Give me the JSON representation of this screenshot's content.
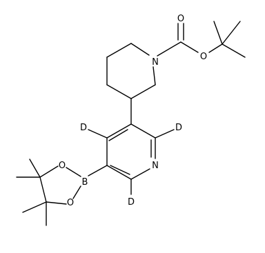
{
  "molecule": {
    "atom_labels": {
      "carbonyl_oxygen": "O",
      "ester_oxygen": "O",
      "piperidine_nitrogen": "N",
      "pyridine_nitrogen": "N",
      "boron": "B",
      "boronate_oxygen_upper": "O",
      "boronate_oxygen_lower": "O",
      "deuterium_c4": "D",
      "deuterium_c2": "D",
      "deuterium_c6": "D"
    },
    "bond_color": "#000000",
    "label_color": "#000000"
  }
}
